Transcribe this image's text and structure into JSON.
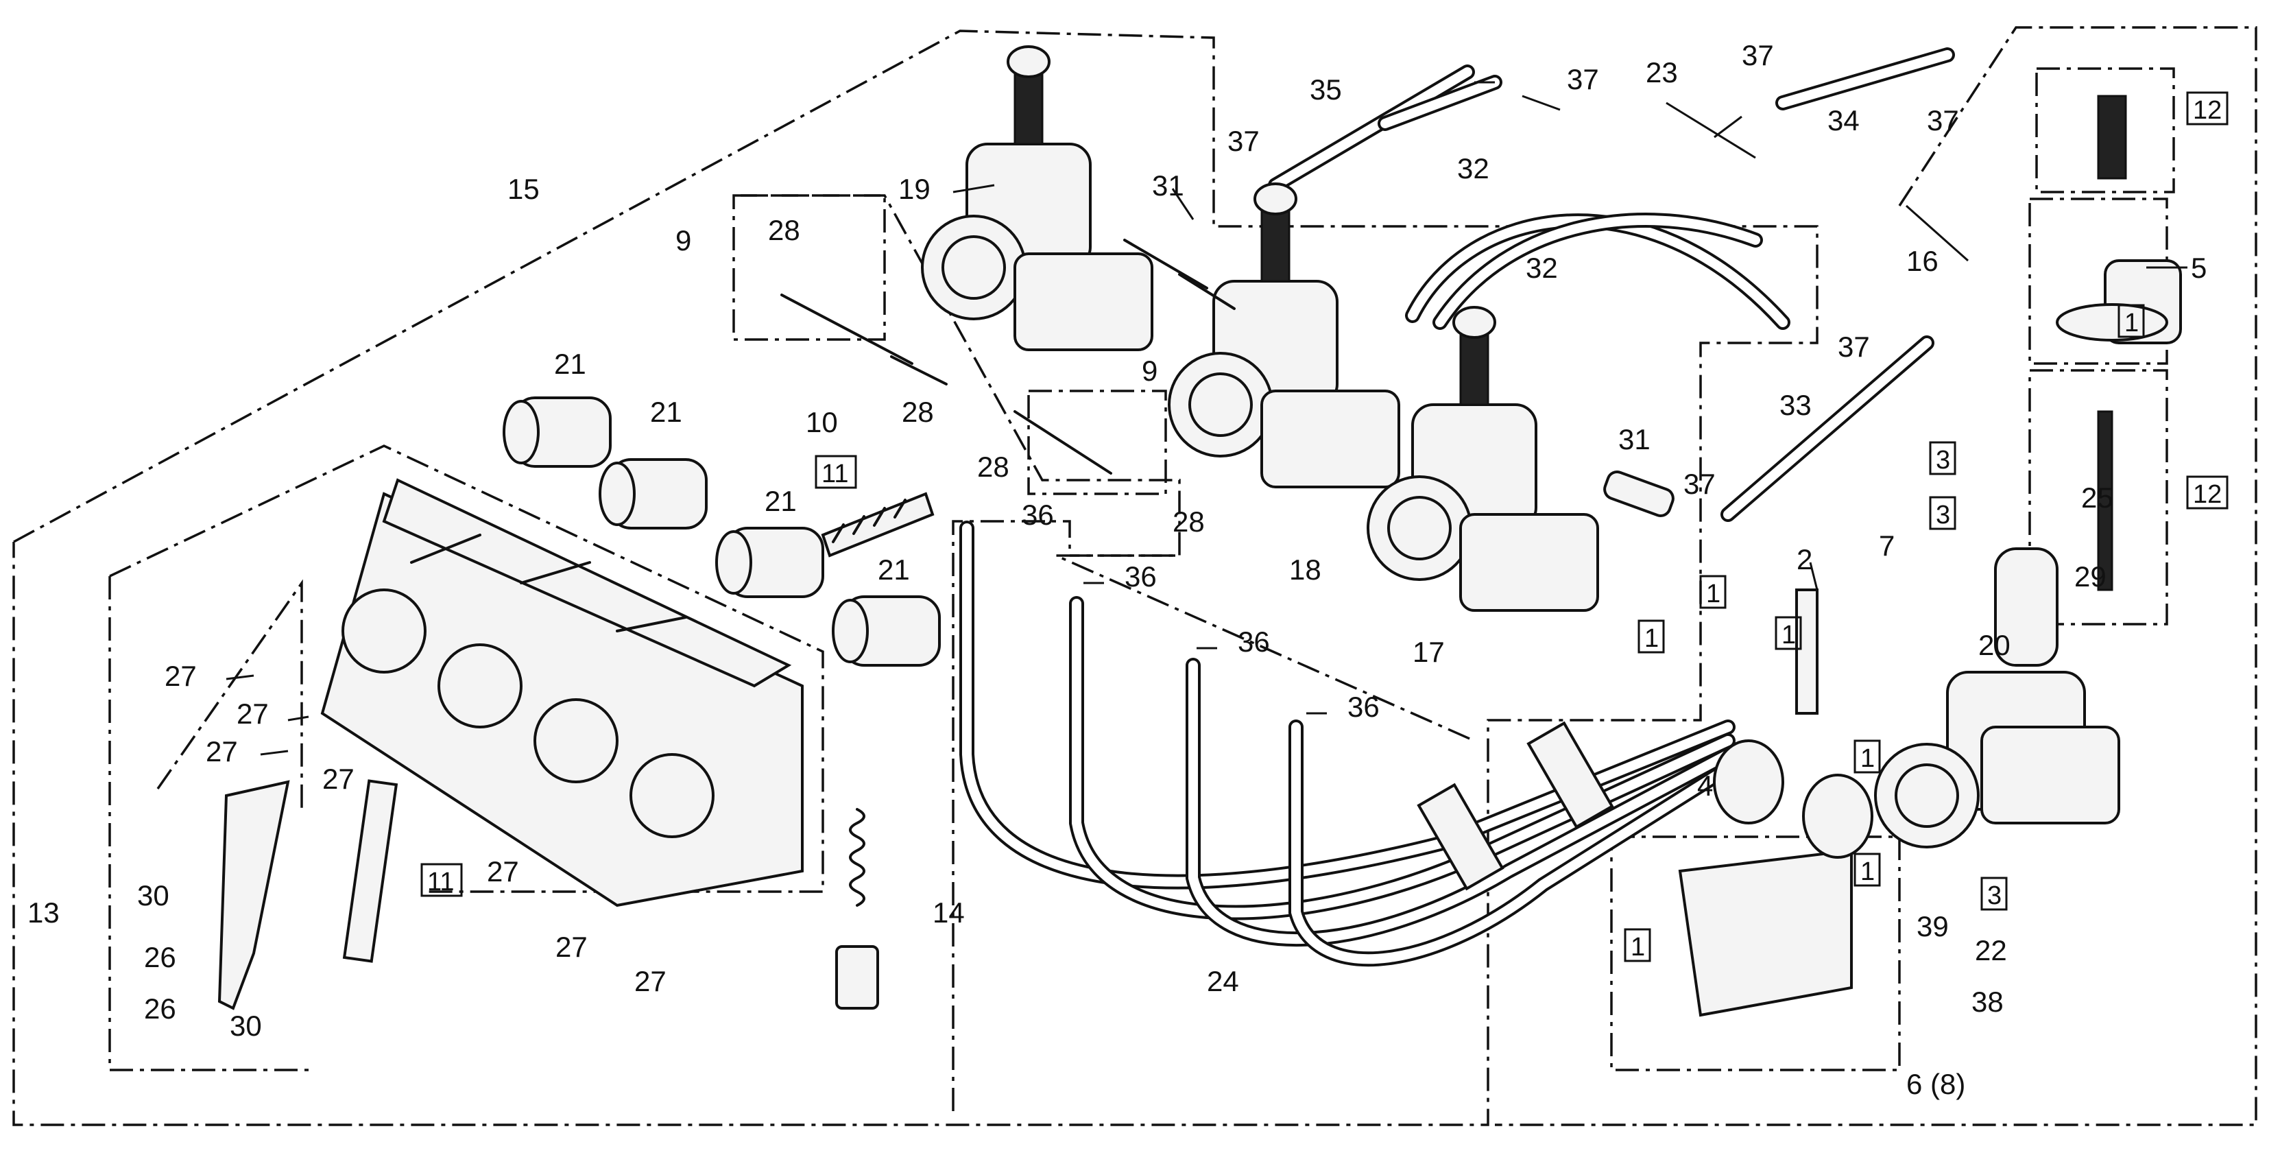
{
  "diagram": {
    "labels": {
      "l2": "2",
      "l4": "4",
      "l5": "5",
      "l6": "6 (8)",
      "l7": "7",
      "l9a": "9",
      "l9b": "9",
      "l10": "10",
      "l13": "13",
      "l14": "14",
      "l15": "15",
      "l16": "16",
      "l17": "17",
      "l18": "18",
      "l19": "19",
      "l20": "20",
      "l21a": "21",
      "l21b": "21",
      "l21c": "21",
      "l21d": "21",
      "l22": "22",
      "l23": "23",
      "l24": "24",
      "l25": "25",
      "l26a": "26",
      "l26b": "26",
      "l27a": "27",
      "l27b": "27",
      "l27c": "27",
      "l27d": "27",
      "l27e": "27",
      "l27f": "27",
      "l27g": "27",
      "l28a": "28",
      "l28b": "28",
      "l28c": "28",
      "l28d": "28",
      "l29": "29",
      "l30a": "30",
      "l30b": "30",
      "l31a": "31",
      "l31b": "31",
      "l32a": "32",
      "l32b": "32",
      "l33": "33",
      "l34": "34",
      "l35": "35",
      "l36a": "36",
      "l36b": "36",
      "l36c": "36",
      "l36d": "36",
      "l37a": "37",
      "l37b": "37",
      "l37c": "37",
      "l37d": "37",
      "l37e": "37",
      "l37f": "37",
      "l38": "38",
      "l39": "39"
    },
    "boxed": {
      "b1a": "1",
      "b1b": "1",
      "b1c": "1",
      "b1d": "1",
      "b1e": "1",
      "b1f": "1",
      "b1g": "1",
      "b3a": "3",
      "b3b": "3",
      "b3c": "3",
      "b11a": "11",
      "b11b": "11",
      "b12a": "12",
      "b12b": "12"
    }
  }
}
